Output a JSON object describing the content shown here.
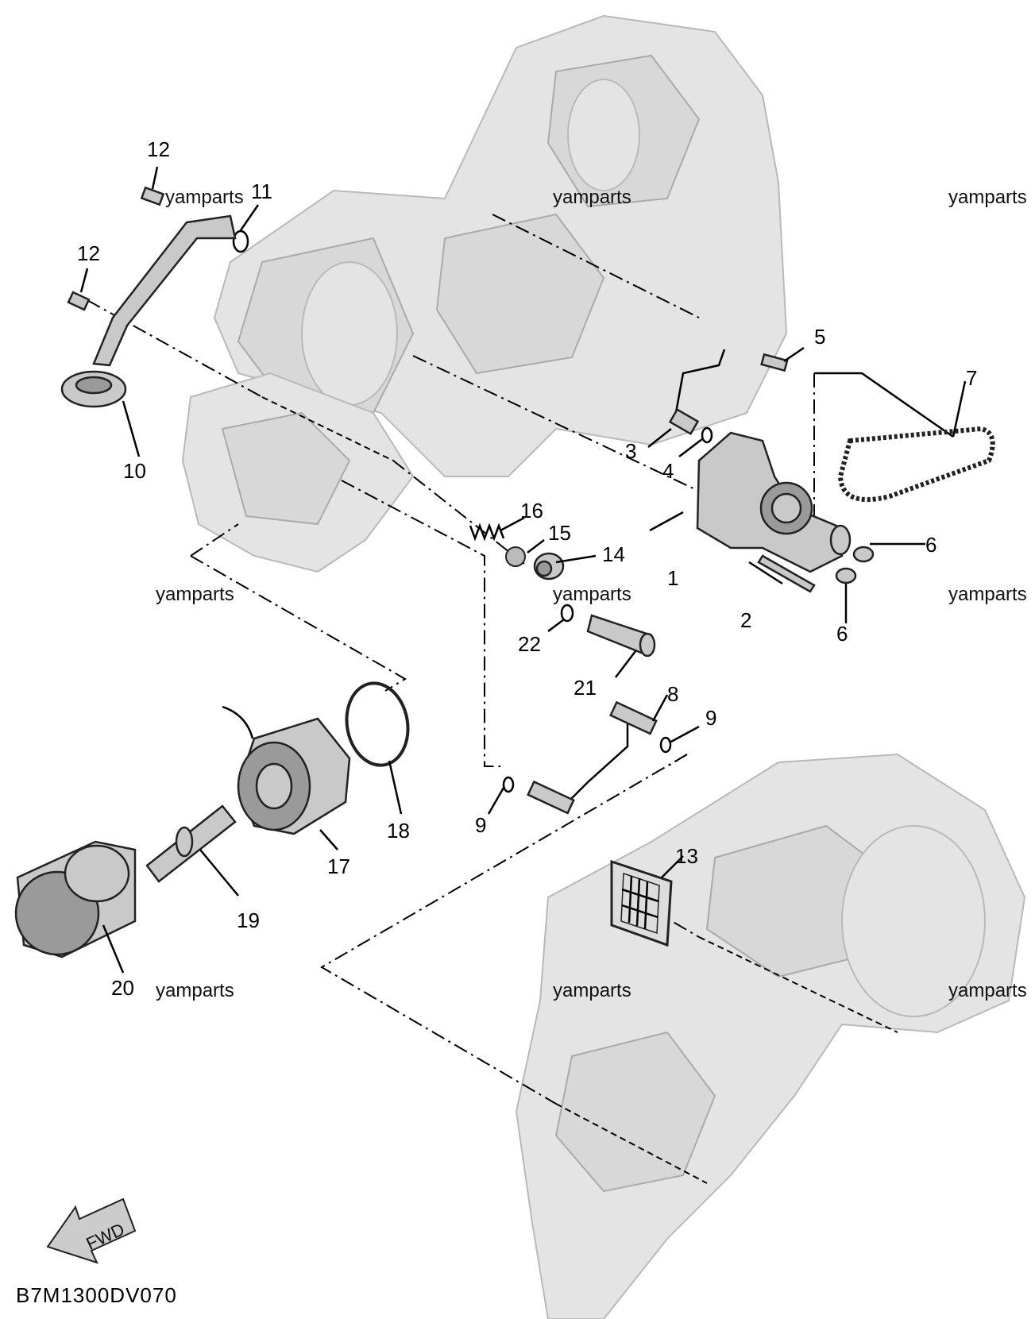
{
  "diagram_code": "B7M1300DV070",
  "direction_label": "FWD",
  "watermark": "yamparts",
  "watermarks": [
    "yamparts",
    "yamparts",
    "yamparts",
    "yamparts",
    "yamparts",
    "yamparts",
    "yamparts",
    "yamparts",
    "yamparts"
  ],
  "callouts": [
    "1",
    "2",
    "3",
    "4",
    "5",
    "6",
    "6",
    "7",
    "8",
    "9",
    "9",
    "10",
    "11",
    "12",
    "12",
    "13",
    "14",
    "15",
    "16",
    "17",
    "18",
    "19",
    "20",
    "21",
    "22"
  ]
}
